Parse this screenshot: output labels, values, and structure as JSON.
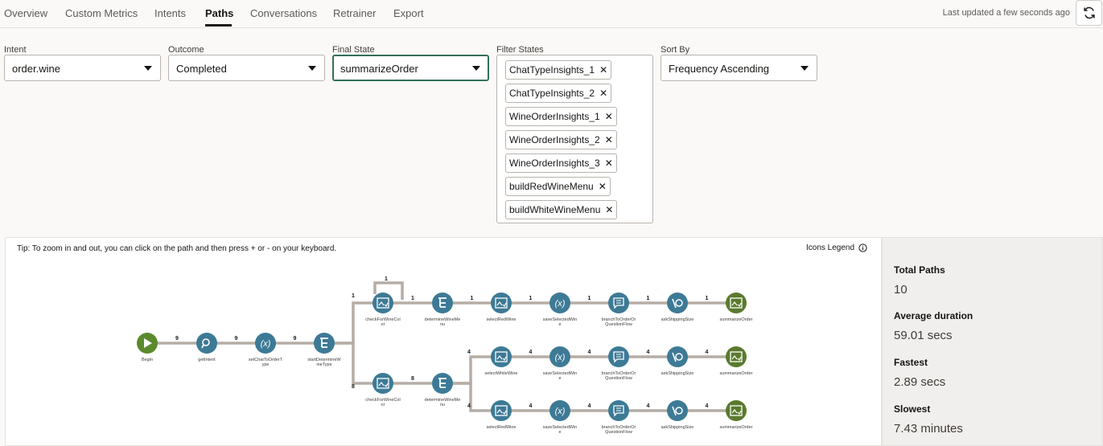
{
  "tabs": [
    {
      "label": "Overview"
    },
    {
      "label": "Custom Metrics"
    },
    {
      "label": "Intents"
    },
    {
      "label": "Paths"
    },
    {
      "label": "Conversations"
    },
    {
      "label": "Retrainer"
    },
    {
      "label": "Export"
    }
  ],
  "last_updated": "Last updated a few seconds ago",
  "filters": {
    "intent": {
      "label": "Intent",
      "value": "order.wine"
    },
    "outcome": {
      "label": "Outcome",
      "value": "Completed"
    },
    "final_state": {
      "label": "Final State",
      "value": "summarizeOrder"
    },
    "filter_states": {
      "label": "Filter States",
      "chips": [
        "ChatTypeInsights_1",
        "ChatTypeInsights_2",
        "WineOrderInsights_1",
        "WineOrderInsights_2",
        "WineOrderInsights_3",
        "buildRedWineMenu",
        "buildWhiteWineMenu"
      ]
    },
    "sort_by": {
      "label": "Sort By",
      "value": "Frequency Ascending"
    }
  },
  "diagram": {
    "tip": "Tip: To zoom in and out, you can click on the path and then press + or - on your keyboard.",
    "icons_legend": "Icons Legend",
    "nodes": [
      {
        "id": "begin",
        "label": [
          "Begin"
        ],
        "icon": "play-icon"
      },
      {
        "id": "getIntent",
        "label": [
          "getIntent"
        ],
        "icon": "intent-icon"
      },
      {
        "id": "setChat",
        "label": [
          "setChatToOrderT",
          "ype"
        ],
        "icon": "variable-icon"
      },
      {
        "id": "startDet",
        "label": [
          "startDetermineW",
          "ineType"
        ],
        "icon": "flow-icon"
      },
      {
        "id": "chk1",
        "label": [
          "checkForWineCol",
          "or"
        ],
        "icon": "card-icon"
      },
      {
        "id": "det1",
        "label": [
          "determineWineMe",
          "nu"
        ],
        "icon": "flow-icon"
      },
      {
        "id": "selRed1",
        "label": [
          "selectRedWine"
        ],
        "icon": "card-icon"
      },
      {
        "id": "save1",
        "label": [
          "saveSelectedWin",
          "e"
        ],
        "icon": "variable-icon"
      },
      {
        "id": "branch1",
        "label": [
          "branchToOrderOr",
          "QuestionFlow"
        ],
        "icon": "message-icon"
      },
      {
        "id": "ask1",
        "label": [
          "askShippingSize"
        ],
        "icon": "ask-icon"
      },
      {
        "id": "sum1",
        "label": [
          "summarizeOrder"
        ],
        "icon": "card-icon"
      },
      {
        "id": "chk2",
        "label": [
          "checkForWineCol",
          "or"
        ],
        "icon": "card-icon"
      },
      {
        "id": "det2",
        "label": [
          "determineWineMe",
          "nu"
        ],
        "icon": "flow-icon"
      },
      {
        "id": "selWhite",
        "label": [
          "selectWhiteWine"
        ],
        "icon": "card-icon"
      },
      {
        "id": "save2",
        "label": [
          "saveSelectedWin",
          "e"
        ],
        "icon": "variable-icon"
      },
      {
        "id": "branch2",
        "label": [
          "branchToOrderOr",
          "QuestionFlow"
        ],
        "icon": "message-icon"
      },
      {
        "id": "ask2",
        "label": [
          "askShippingSize"
        ],
        "icon": "ask-icon"
      },
      {
        "id": "sum2",
        "label": [
          "summarizeOrder"
        ],
        "icon": "card-icon"
      },
      {
        "id": "selRed3",
        "label": [
          "selectRedWine"
        ],
        "icon": "card-icon"
      },
      {
        "id": "save3",
        "label": [
          "saveSelectedWin",
          "e"
        ],
        "icon": "variable-icon"
      },
      {
        "id": "branch3",
        "label": [
          "branchToOrderOr",
          "QuestionFlow"
        ],
        "icon": "message-icon"
      },
      {
        "id": "ask3",
        "label": [
          "askShippingSize"
        ],
        "icon": "ask-icon"
      },
      {
        "id": "sum3",
        "label": [
          "summarizeOrder"
        ],
        "icon": "card-icon"
      }
    ],
    "edges": [
      {
        "from": "begin",
        "to": "getIntent",
        "count": "9"
      },
      {
        "from": "getIntent",
        "to": "setChat",
        "count": "9"
      },
      {
        "from": "setChat",
        "to": "startDet",
        "count": "9"
      },
      {
        "from": "startDet",
        "to": "chk1",
        "count": "1"
      },
      {
        "from": "chk1",
        "to": "chk1",
        "count": "1"
      },
      {
        "from": "chk1",
        "to": "det1",
        "count": "1"
      },
      {
        "from": "det1",
        "to": "selRed1",
        "count": "1"
      },
      {
        "from": "selRed1",
        "to": "save1",
        "count": "1"
      },
      {
        "from": "save1",
        "to": "branch1",
        "count": "1"
      },
      {
        "from": "branch1",
        "to": "ask1",
        "count": "1"
      },
      {
        "from": "ask1",
        "to": "sum1",
        "count": "1"
      },
      {
        "from": "startDet",
        "to": "chk2",
        "count": "8"
      },
      {
        "from": "chk2",
        "to": "det2",
        "count": "8"
      },
      {
        "from": "det2",
        "to": "selWhite",
        "count": "4"
      },
      {
        "from": "selWhite",
        "to": "save2",
        "count": "4"
      },
      {
        "from": "save2",
        "to": "branch2",
        "count": "4"
      },
      {
        "from": "branch2",
        "to": "ask2",
        "count": "4"
      },
      {
        "from": "ask2",
        "to": "sum2",
        "count": "4"
      },
      {
        "from": "det2",
        "to": "selRed3",
        "count": "4"
      },
      {
        "from": "selRed3",
        "to": "save3",
        "count": "4"
      },
      {
        "from": "save3",
        "to": "branch3",
        "count": "4"
      },
      {
        "from": "branch3",
        "to": "ask3",
        "count": "4"
      },
      {
        "from": "ask3",
        "to": "sum3",
        "count": "4"
      }
    ]
  },
  "stats": {
    "total_paths": {
      "label": "Total Paths",
      "value": "10"
    },
    "avg_duration": {
      "label": "Average duration",
      "value": "59.01 secs"
    },
    "fastest": {
      "label": "Fastest",
      "value": "2.89 secs"
    },
    "slowest": {
      "label": "Slowest",
      "value": "7.43 minutes"
    }
  },
  "colors": {
    "node": "#3d7a96",
    "start": "#5a8a2e",
    "end": "#5a7a2e",
    "edge": "#b5ada5"
  }
}
